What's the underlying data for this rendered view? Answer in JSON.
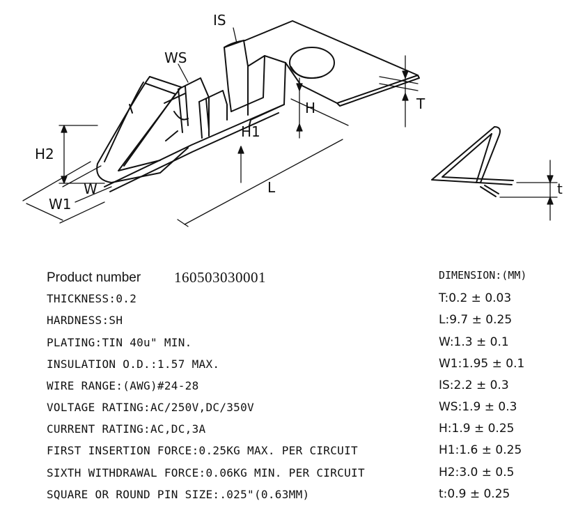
{
  "labels": {
    "IS": "IS",
    "WS": "WS",
    "H": "H",
    "H1": "H1",
    "H2": "H2",
    "W": "W",
    "W1": "W1",
    "L": "L",
    "T": "T",
    "t": "t"
  },
  "product": {
    "label": "Product number",
    "value": "160503030001"
  },
  "specs": [
    "THICKNESS:0.2",
    "HARDNESS:SH",
    "PLATING:TIN 40u\" MIN.",
    "INSULATION O.D.:1.57 MAX.",
    "WIRE RANGE:(AWG)#24-28",
    "VOLTAGE RATING:AC/250V,DC/350V",
    "CURRENT RATING:AC,DC,3A",
    "FIRST INSERTION FORCE:0.25KG MAX. PER CIRCUIT",
    "SIXTH WITHDRAWAL FORCE:0.06KG MIN. PER CIRCUIT",
    "SQUARE OR ROUND PIN SIZE:.025\"(0.63MM)"
  ],
  "dimensions": {
    "header": "DIMENSION:(MM)",
    "items": [
      "T:0.2 ± 0.03",
      "L:9.7 ± 0.25",
      "W:1.3 ± 0.1",
      "W1:1.95 ± 0.1",
      "IS:2.2 ± 0.3",
      "WS:1.9 ± 0.3",
      "H:1.9 ± 0.25",
      "H1:1.6 ± 0.25",
      "H2:3.0 ± 0.5",
      "t:0.9 ± 0.25"
    ]
  }
}
